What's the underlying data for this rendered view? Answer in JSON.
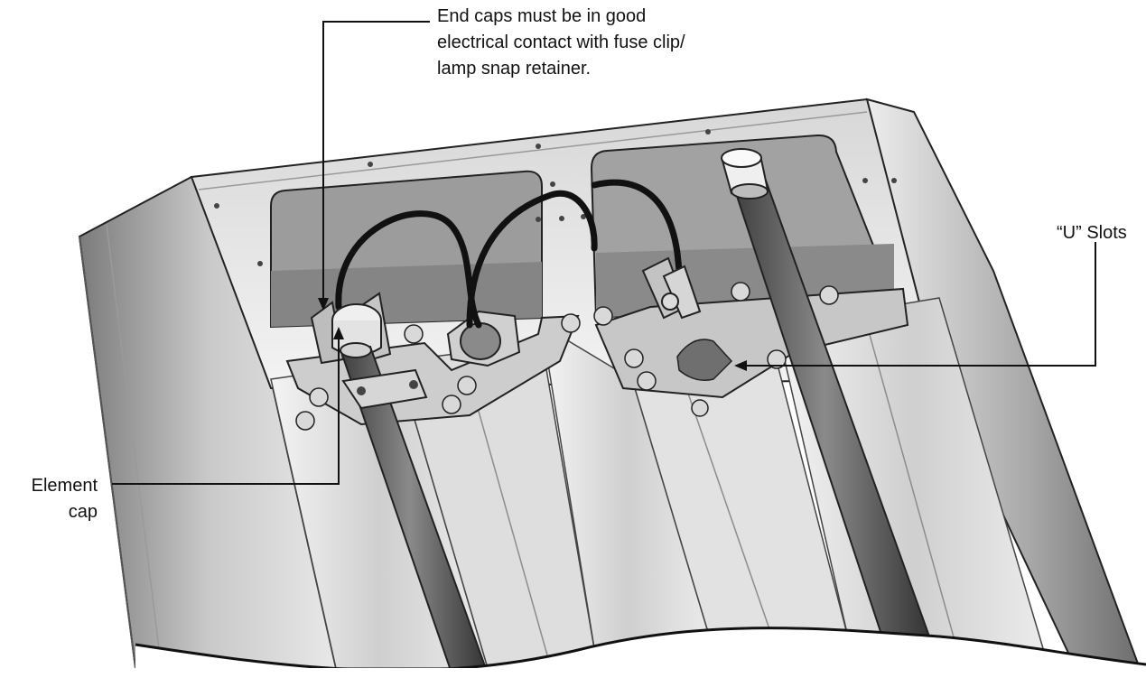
{
  "figure": {
    "description_type": "installation illustration",
    "callouts": {
      "end_caps": {
        "lines": [
          "End caps must be in good",
          "electrical contact with fuse clip/",
          "lamp snap retainer."
        ]
      },
      "u_slots": {
        "text": "“U” Slots"
      },
      "element_cap": {
        "lines": [
          "Element",
          "cap"
        ]
      }
    },
    "colors": {
      "metal_light": "#e4e4e4",
      "metal_mid": "#b9b9b9",
      "metal_dark": "#7d7d7d",
      "lamp_tube": "#5a5a5a",
      "cable": "#111111",
      "outline": "#222222"
    }
  }
}
